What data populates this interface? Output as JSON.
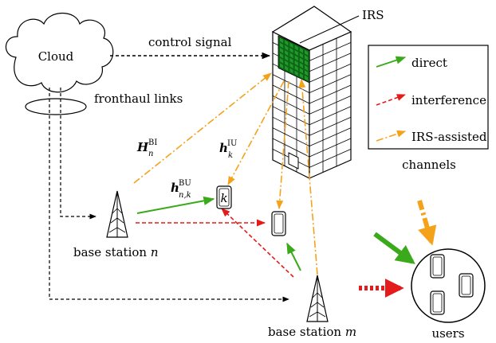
{
  "labels": {
    "cloud": "Cloud",
    "control_signal": "control signal",
    "fronthaul_links": "fronthaul links",
    "irs": "IRS",
    "base_station_n": "base station",
    "base_station_n_index": "n",
    "base_station_m": "base station",
    "base_station_m_index": "m",
    "users": "users",
    "user_k": "k"
  },
  "channels": {
    "H_BI": {
      "symbol": "H",
      "sub": "n",
      "sup": "BI"
    },
    "h_IU": {
      "symbol": "h",
      "sub": "k",
      "sup": "IU"
    },
    "h_BU": {
      "symbol": "h",
      "sub": "n,k",
      "sup": "BU"
    }
  },
  "legend": {
    "items": [
      {
        "label": "direct",
        "color": "#3aaa1a",
        "style": "solid"
      },
      {
        "label": "interference",
        "color": "#e51a1a",
        "style": "dashed"
      },
      {
        "label": "IRS-assisted",
        "color": "#f5a21b",
        "style": "dash-dot"
      }
    ],
    "caption": "channels"
  },
  "colors": {
    "direct": "#3aaa1a",
    "interference": "#e51a1a",
    "irs_assisted": "#f5a21b",
    "irs_element": "#1f9a2a"
  }
}
